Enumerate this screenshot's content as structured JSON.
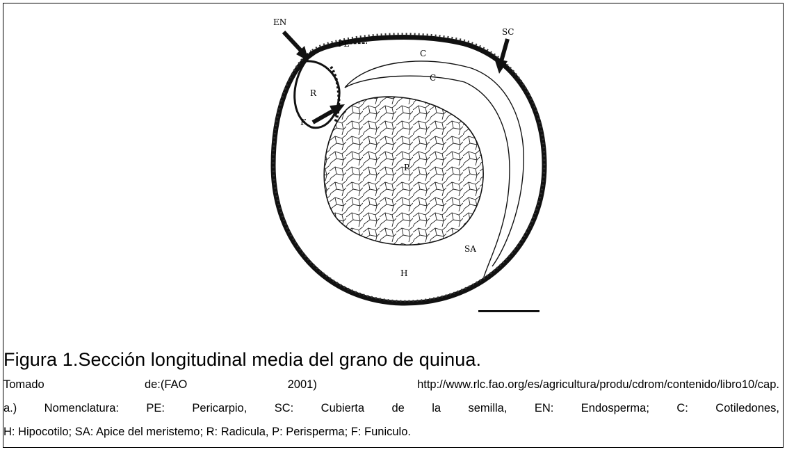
{
  "figure": {
    "labels": {
      "en": "EN",
      "pe": "PE",
      "sc": "SC",
      "c_outer": "C",
      "c_inner": "C",
      "r": "R",
      "f": "F",
      "p": "P",
      "sa": "SA",
      "h": "H"
    }
  },
  "caption": {
    "title": "Figura 1.Sección longitudinal media del grano de quinua.",
    "line1": "Tomado de:(FAO 2001) http://www.rlc.fao.org/es/agricultura/produ/cdrom/contenido/libro10/cap.",
    "line2": "a.) Nomenclatura: PE: Pericarpio, SC: Cubierta de la semilla, EN: Endosperma; C: Cotiledones,",
    "line3": "H: Hipocotilo; SA: Apice del meristemo; R: Radicula, P: Perisperma; F: Funiculo."
  }
}
